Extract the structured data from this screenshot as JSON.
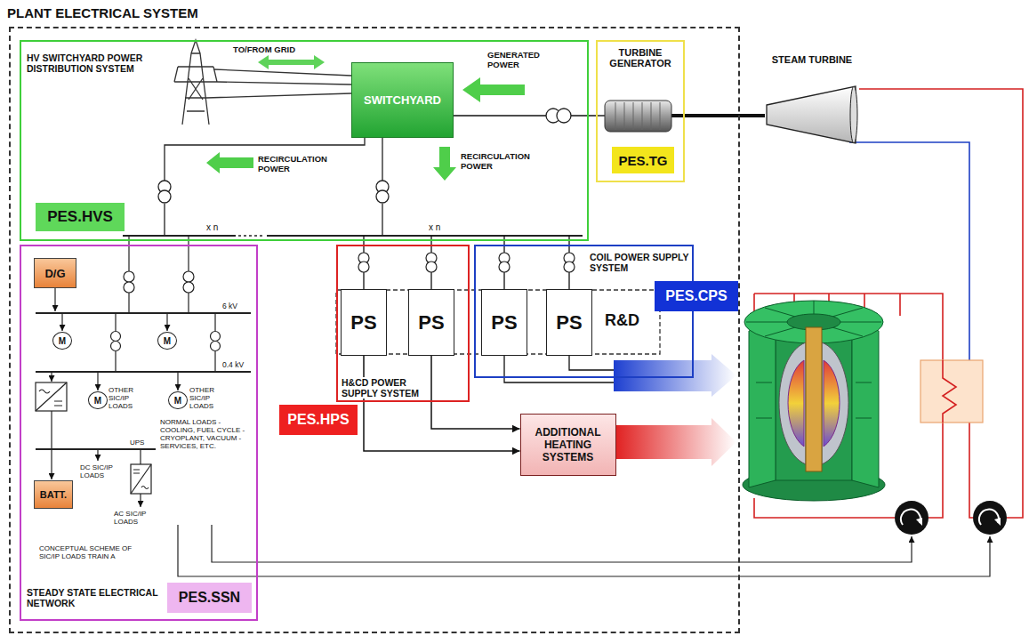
{
  "diagram": {
    "nodes": [
      {
        "text": [
          "PLANT ELECTRICAL SYSTEM"
        ]
      },
      {
        "text": [
          "HV SWITCHYARD POWER DISTRIBUTION SYSTEM"
        ],
        "in": 0
      },
      {
        "text": [
          "SWITCHYARD"
        ],
        "in": 1
      },
      {
        "text": [
          "PES.HVS"
        ],
        "in": 1
      },
      {
        "text": [
          "TURBINE GENERATOR"
        ],
        "in": 0
      },
      {
        "text": [
          "PES.TG"
        ],
        "in": 4
      },
      {
        "text": [
          "STEAM TURBINE"
        ]
      },
      {
        "text": [
          "STEADY STATE ELECTRICAL NETWORK"
        ],
        "in": 0
      },
      {
        "text": [
          "D/G"
        ],
        "in": 7
      },
      {
        "text": [
          "M"
        ],
        "in": 7
      },
      {
        "text": [
          "M"
        ],
        "in": 7
      },
      {
        "text": [
          "M"
        ],
        "in": 7
      },
      {
        "text": [
          "M"
        ],
        "in": 7
      },
      {
        "text": [
          "BATT."
        ],
        "in": 7
      },
      {
        "text": [
          "PES.SSN"
        ],
        "in": 7
      },
      {
        "text": [
          "H&CD POWER SUPPLY SYSTEM"
        ],
        "in": 0
      },
      {
        "text": [
          "PS"
        ],
        "in": 15
      },
      {
        "text": [
          "PS"
        ],
        "in": 15
      },
      {
        "text": [
          "PES.HPS"
        ],
        "in": 0
      },
      {
        "text": [
          "COIL POWER SUPPLY SYSTEM"
        ],
        "in": 0
      },
      {
        "text": [
          "PS"
        ],
        "in": 19
      },
      {
        "text": [
          "PS"
        ],
        "in": 19
      },
      {
        "text": [
          "PES.CPS"
        ],
        "in": 0
      },
      {
        "text": [
          "ADDITIONAL HEATING SYSTEMS"
        ],
        "in": 0
      }
    ],
    "edges": [
      {
        "from": 6,
        "to": 4,
        "arrow": "none"
      },
      {
        "from": 4,
        "to": 2,
        "arrow": "none"
      },
      {
        "from": 16,
        "to": 23,
        "arrow": "to"
      },
      {
        "from": 17,
        "to": 23,
        "arrow": "to"
      }
    ],
    "labels": [
      "TO/FROM GRID",
      "GENERATED POWER",
      "RECIRCULATION POWER",
      "RECIRCULATION POWER",
      "x n",
      "x n",
      "6 kV",
      "0.4 kV",
      "OTHER SIC/IP LOADS",
      "OTHER SIC/IP LOADS",
      "UPS",
      "NORMAL LOADS - COOLING, FUEL CYCLE - CRYOPLANT, VACUUM - SERVICES, ETC.",
      "DC SIC/IP LOADS",
      "AC SIC/IP LOADS",
      "CONCEPTUAL SCHEME OF SIC/IP LOADS TRAIN A",
      "R&D"
    ]
  }
}
